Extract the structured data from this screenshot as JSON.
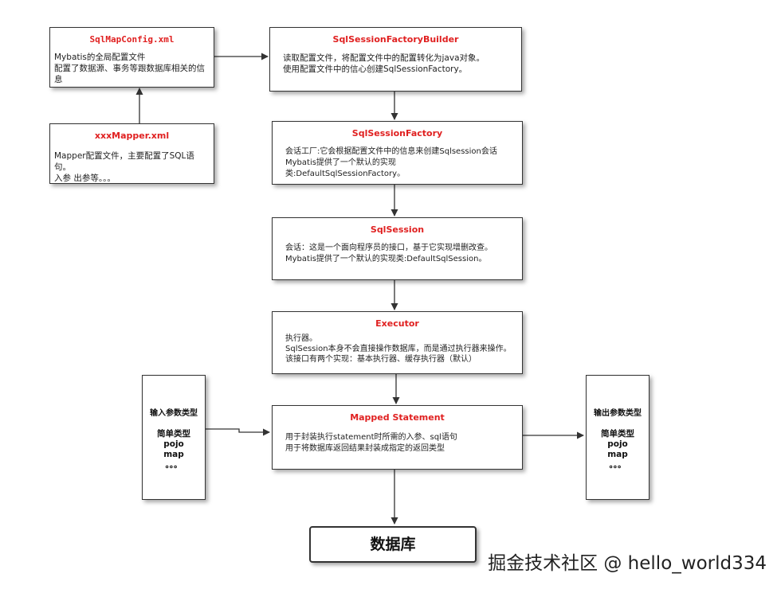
{
  "boxes": {
    "sqlmapconfig": {
      "title": "SqlMapConfig.xml",
      "lines": [
        "Mybatis的全局配置文件",
        "配置了数据源、事务等跟数据库相关的信息"
      ]
    },
    "mapper": {
      "title": "xxxMapper.xml",
      "lines": [
        "Mapper配置文件，主要配置了SQL语句。",
        "入参  出参等。。。"
      ]
    },
    "builder": {
      "title": "SqlSessionFactoryBuilder",
      "lines": [
        "读取配置文件，将配置文件中的配置转化为java对象。",
        "使用配置文件中的信心创建SqlSessionFactory。"
      ]
    },
    "factory": {
      "title": "SqlSessionFactory",
      "lines": [
        "会话工厂:它会根据配置文件中的信息来创建Sqlsession会话",
        "Mybatis提供了一个默认的实现类:DefaultSqlSessionFactory。"
      ]
    },
    "session": {
      "title": "SqlSession",
      "lines": [
        "会话：这是一个面向程序员的接口，基于它实现增删改查。",
        "Mybatis提供了一个默认的实现类:DefaultSqlSession。"
      ]
    },
    "executor": {
      "title": "Executor",
      "lines": [
        "执行器。",
        "SqlSession本身不会直接操作数据库，而是通过执行器来操作。",
        "该接口有两个实现：基本执行器、缓存执行器（默认）"
      ]
    },
    "mapped": {
      "title": "Mapped Statement",
      "lines": [
        "用于封装执行statement时所需的入参、sql语句",
        "用于将数据库返回结果封装成指定的返回类型"
      ]
    }
  },
  "input_types": {
    "title": "输入参数类型",
    "items": [
      "简单类型",
      "pojo",
      "map",
      "。。。"
    ]
  },
  "output_types": {
    "title": "输出参数类型",
    "items": [
      "简单类型",
      "pojo",
      "map",
      "。。。"
    ]
  },
  "database": {
    "label": "数据库"
  },
  "watermark": "掘金技术社区 @ hello_world334",
  "colors": {
    "title": "#e02020",
    "border": "#333333",
    "text": "#222222"
  }
}
